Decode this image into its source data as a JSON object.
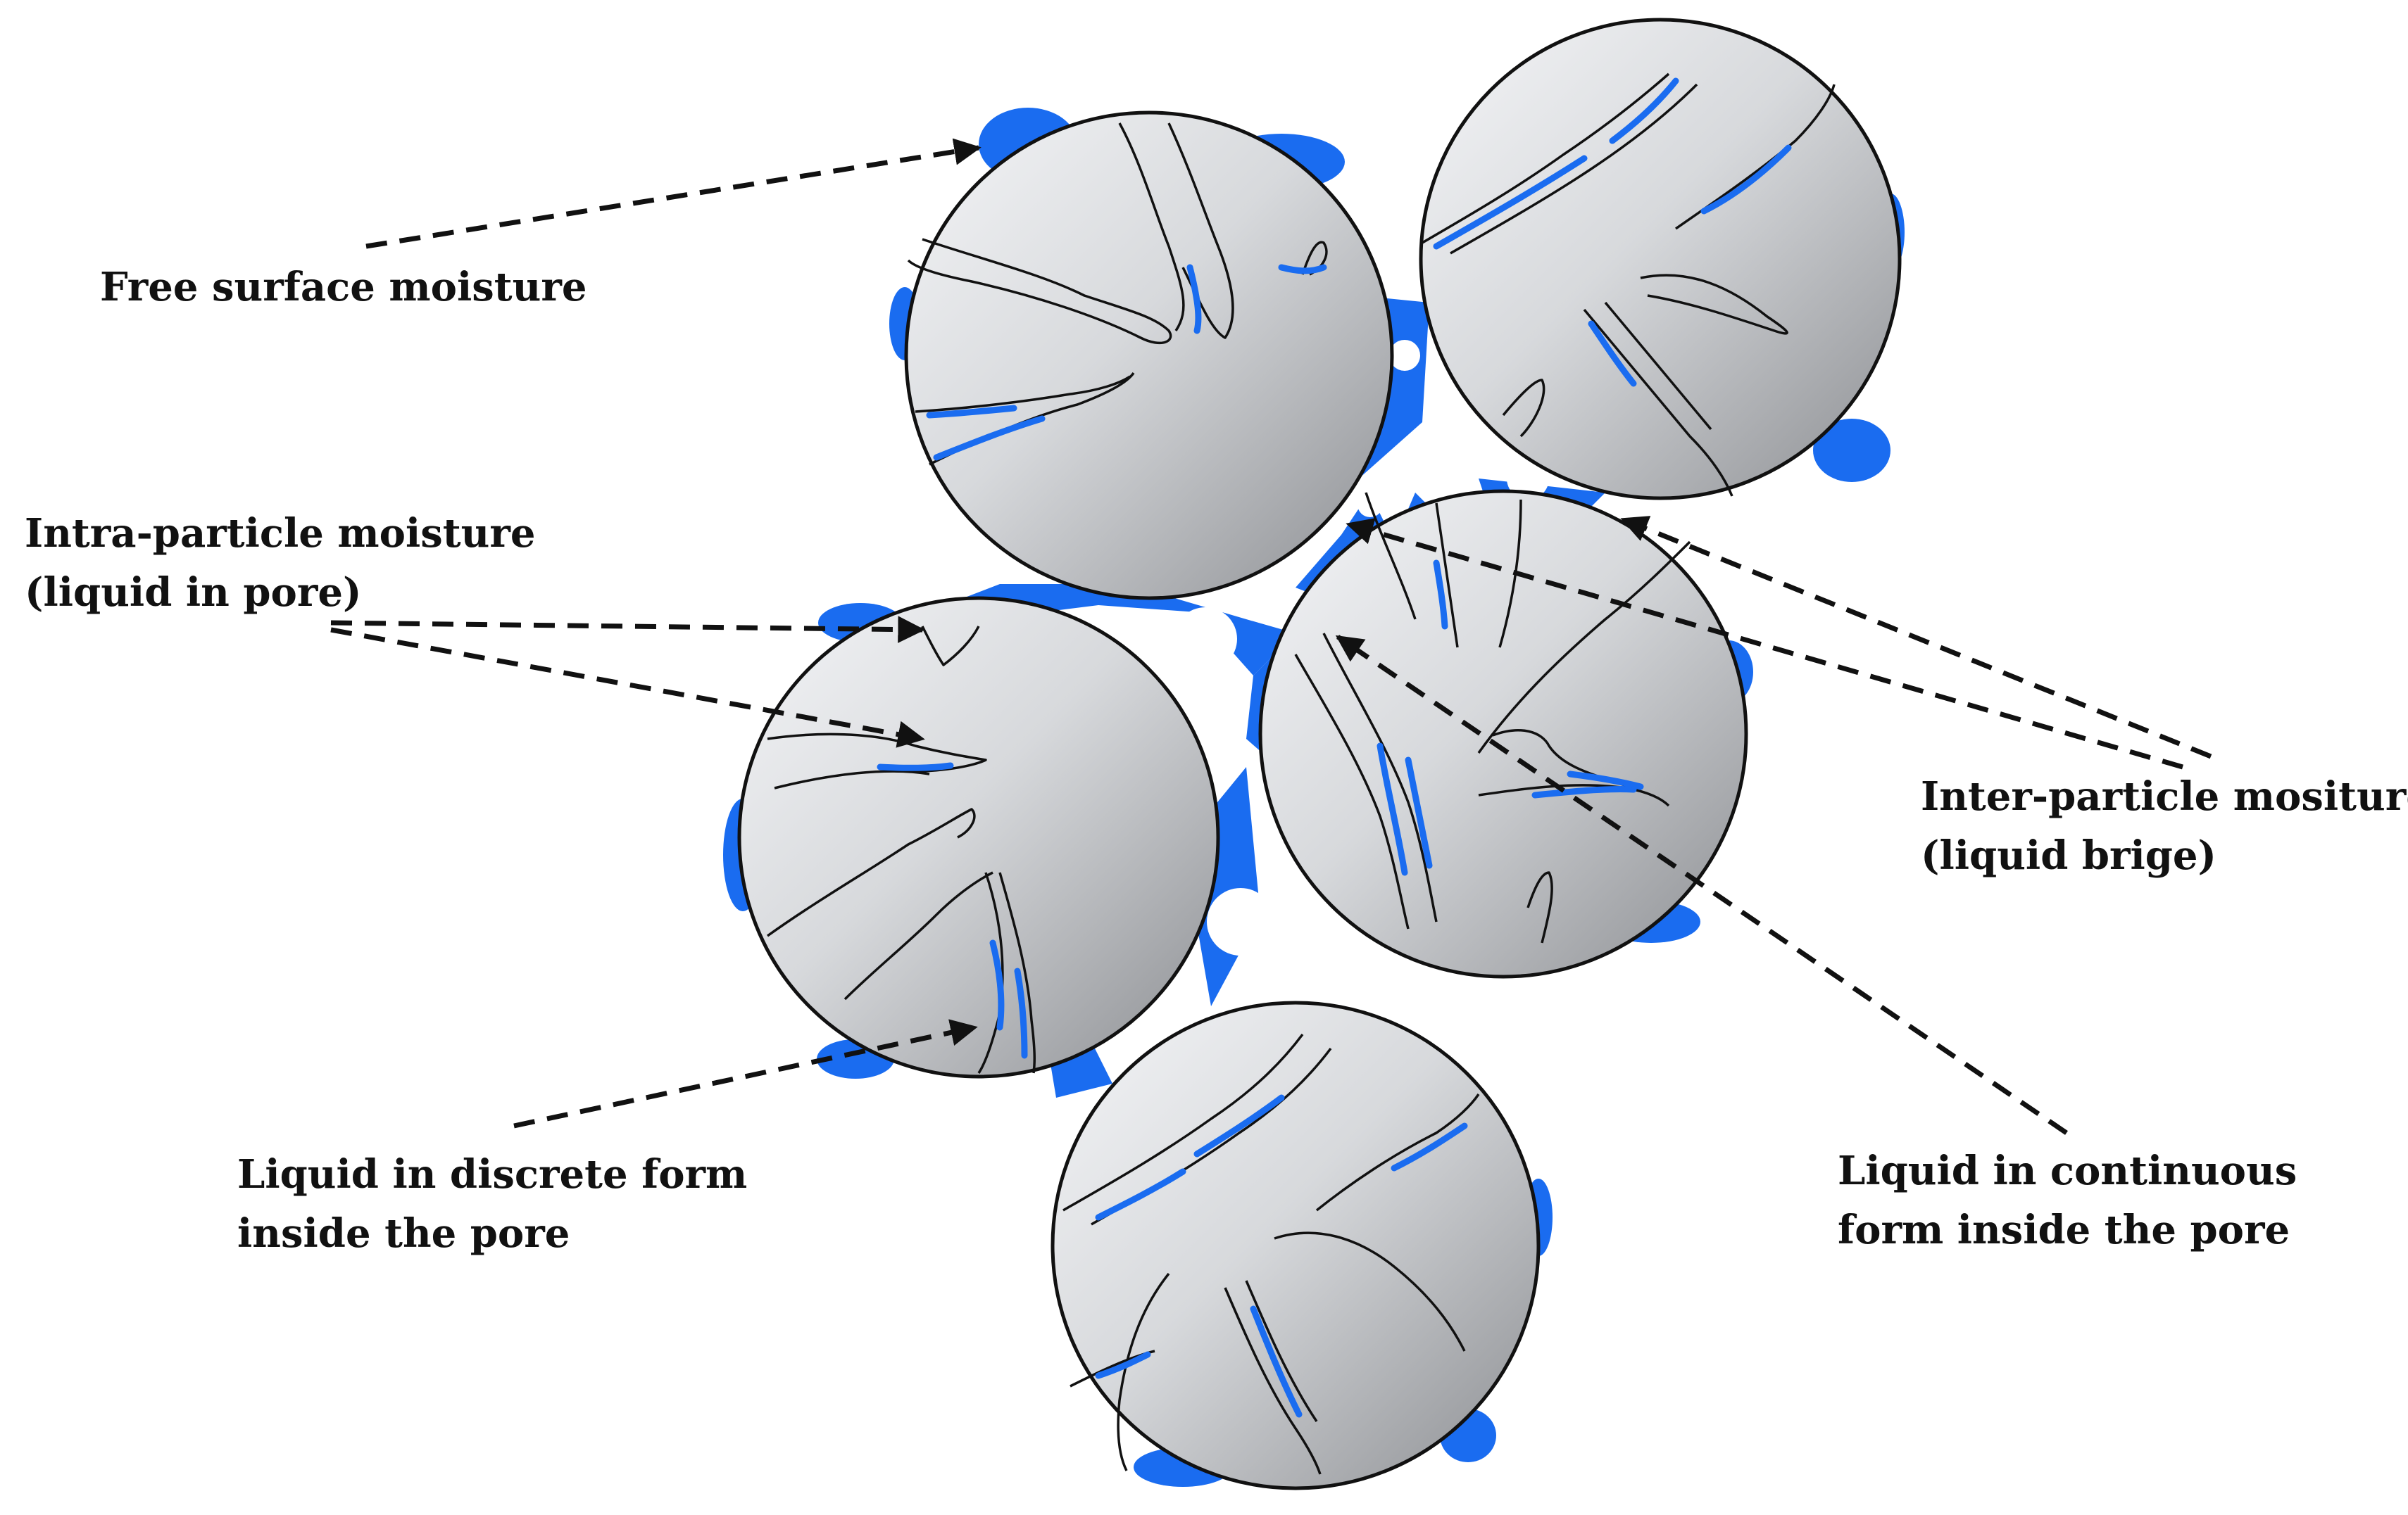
{
  "labels": {
    "free_surface": "Free surface moisture",
    "intra_particle": [
      "Intra-particle moisture",
      "(liquid in pore)"
    ],
    "inter_particle": [
      "Inter-particle mositure",
      "(liquid brige)"
    ],
    "discrete": [
      "Liquid in discrete form",
      "inside the pore"
    ],
    "continuous": [
      "Liquid in continuous",
      "form inside the pore"
    ]
  },
  "colors": {
    "liquid": "#1a6cf0",
    "particle_light": "#f4f5f7",
    "particle_dark": "#8c8e92",
    "outline": "#111111",
    "arrow": "#111111"
  }
}
